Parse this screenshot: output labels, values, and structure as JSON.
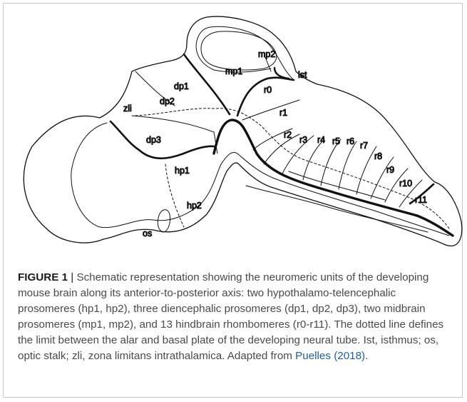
{
  "figure": {
    "labels": {
      "mp2": "mp2",
      "mp1": "mp1",
      "dp1": "dp1",
      "r0": "r0",
      "lst": "lst",
      "zli": "zli",
      "dp2": "dp2",
      "r1": "r1",
      "r2": "r2",
      "r3": "r3",
      "r4": "r4",
      "r5": "r5",
      "r6": "r6",
      "r7": "r7",
      "dp3": "dp3",
      "r8": "r8",
      "r9": "r9",
      "hp1": "hp1",
      "r10": "r10",
      "r11": "r11",
      "hp2": "hp2",
      "os": "os"
    }
  },
  "caption": {
    "figure_label": "FIGURE 1",
    "separator": " | ",
    "text": "Schematic representation showing the neuromeric units of the developing mouse brain along its anterior-to-posterior axis: two hypothalamo-telencephalic prosomeres (hp1, hp2), three diencephalic prosomeres (dp1, dp2, dp3), two midbrain prosomeres (mp1, mp2), and 13 hindbrain rhombomeres (r0-r11). The dotted line defines the limit between the alar and basal plate of the developing neural tube. Ist, isthmus; os, optic stalk; zli, zona limitans intrathalamica. Adapted from ",
    "link_text": "Puelles (2018)",
    "end": "."
  }
}
